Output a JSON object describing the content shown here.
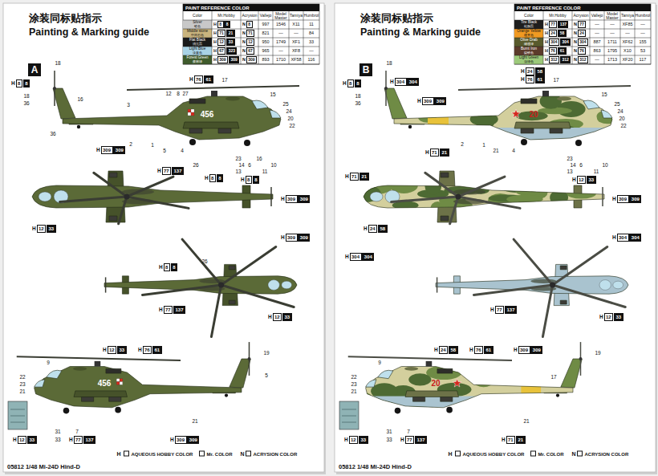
{
  "diagram": {
    "nodes": [
      {
        "text": [
          "A"
        ]
      },
      {
        "text": [
          "B"
        ]
      }
    ],
    "labels": [
      "涂装同标贴指示",
      "Painting & Marking guide",
      "PAINT REFERENCE COLOR",
      "Color",
      "Mr.Hobby",
      "Acrysion",
      "Vallejo",
      "Model Master",
      "Tamiya",
      "Humbrol",
      "Silver",
      "银色",
      "H",
      "8",
      "8",
      "N",
      "8",
      "997",
      "1546",
      "X11",
      "11",
      "Middle stone",
      "中间石色",
      "H",
      "71",
      "21",
      "N",
      "71",
      "821",
      "—",
      "—",
      "84",
      "Flat Black",
      "消光黑",
      "H",
      "12",
      "33",
      "N",
      "12",
      "950",
      "1749",
      "XF1",
      "33",
      "Light Blue",
      "淡蓝色",
      "H",
      "67",
      "323",
      "N",
      "67",
      "965",
      "—",
      "XF8",
      "—",
      "Forest Green",
      "森林绿",
      "H",
      "309",
      "309",
      "N",
      "309",
      "893",
      "1710",
      "XF58",
      "116",
      "H",
      "8",
      "8",
      "18",
      "18",
      "36",
      "16",
      "36",
      "3",
      "12",
      "8",
      "27",
      "H",
      "76",
      "61",
      "17",
      "15",
      "25",
      "24",
      "20",
      "22",
      "2",
      "1",
      "5",
      "4",
      "H",
      "309",
      "309",
      "26",
      "23",
      "16",
      "14",
      "6",
      "10",
      "13",
      "11",
      "H",
      "77",
      "137",
      "H",
      "8",
      "8",
      "456",
      "H",
      "8",
      "8",
      "H",
      "309",
      "309",
      "H",
      "12",
      "33",
      "H",
      "309",
      "309",
      "H",
      "8",
      "8",
      "26",
      "H",
      "77",
      "137",
      "H",
      "12",
      "33",
      "H",
      "12",
      "33",
      "H",
      "76",
      "61",
      "19",
      "5",
      "9",
      "22",
      "23",
      "21",
      "31",
      "7",
      "H",
      "12",
      "33",
      "33",
      "H",
      "77",
      "137",
      "H",
      "309",
      "309",
      "21",
      "456",
      "H",
      "N",
      "05812 1/48 Mi-24D Hind-D",
      "涂装同标贴指示",
      "Painting & Marking guide",
      "PAINT REFERENCE COLOR",
      "Color",
      "Mr.Hobby",
      "Acrysion",
      "Vallejo",
      "Model Master",
      "Tamiya",
      "Humbrol",
      "Tire Black",
      "轮胎黑",
      "H",
      "77",
      "137",
      "N",
      "77",
      "—",
      "—",
      "XF85",
      "—",
      "Orange Yellow",
      "橙黄色",
      "H",
      "24",
      "58",
      "N",
      "24",
      "—",
      "—",
      "—",
      "—",
      "Olive Drab",
      "橄榄绿",
      "H",
      "304",
      "304",
      "N",
      "304",
      "887",
      "1711",
      "XF62",
      "155",
      "Burnt Iron",
      "烧铁色",
      "H",
      "76",
      "61",
      "N",
      "76",
      "863",
      "1795",
      "X10",
      "53",
      "Light Green",
      "淡绿色",
      "H",
      "312",
      "312",
      "N",
      "312",
      "—",
      "1713",
      "XF20",
      "117",
      "H",
      "8",
      "8",
      "18",
      "18",
      "36",
      "H",
      "304",
      "304",
      "H",
      "309",
      "309",
      "H",
      "24",
      "58",
      "H",
      "76",
      "61",
      "17",
      "15",
      "25",
      "24",
      "20",
      "22",
      "2",
      "1",
      "21",
      "4",
      "H",
      "71",
      "21",
      "23",
      "14",
      "6",
      "10",
      "13",
      "11",
      "H",
      "12",
      "33",
      "20",
      "H",
      "71",
      "21",
      "H",
      "309",
      "309",
      "H",
      "24",
      "58",
      "H",
      "304",
      "304",
      "H",
      "304",
      "304",
      "H",
      "77",
      "137",
      "H",
      "12",
      "33",
      "H",
      "24",
      "58",
      "H",
      "76",
      "61",
      "H",
      "309",
      "309",
      "19",
      "17",
      "9",
      "22",
      "23",
      "21",
      "31",
      "7",
      "H",
      "12",
      "33",
      "33",
      "H",
      "77",
      "137",
      "H",
      "71",
      "21",
      "21",
      "20",
      "H",
      "N",
      "05812 1/48 Mi-24D Hind-D"
    ],
    "legend": [
      {
        "text": "AQUEOUS HOBBY COLOR"
      },
      {
        "text": "Mr. COLOR"
      },
      {
        "text": "ACRYSION COLOR"
      },
      {
        "text": "AQUEOUS HOBBY COLOR"
      },
      {
        "text": "Mr. COLOR"
      },
      {
        "text": "ACRYSION COLOR"
      }
    ]
  }
}
